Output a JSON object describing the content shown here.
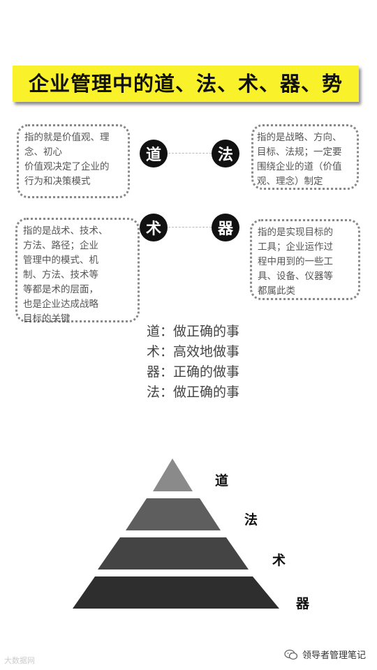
{
  "title": "企业管理中的道、法、术、器、势",
  "boxes": {
    "dao": [
      "指的就是价值观、理",
      "念、初心",
      "价值观决定了企业的",
      "行为和决策模式"
    ],
    "fa": [
      "指的是战略、方向、",
      "目标、法规；一定要",
      "围绕企业的道（价值",
      "观、理念）制定"
    ],
    "shu": [
      "指的是战术、技术、",
      "方法、路径；企业",
      "管理中的模式、机",
      "制、方法、技术等",
      "等都是术的层面，",
      "也是企业达成战略",
      "目标的关键"
    ],
    "qi": [
      "指的是实现目标的",
      "工具；企业运作过",
      "程中用到的一些工",
      "具、设备、仪器等",
      "都属此类"
    ]
  },
  "circles": {
    "dao": "道",
    "fa": "法",
    "shu": "术",
    "qi": "器"
  },
  "summary": [
    "道：做正确的事",
    "术：高效地做事",
    "器：正确的做事",
    "法：做正确的事"
  ],
  "pyramid": {
    "labels": [
      "道",
      "法",
      "术",
      "器"
    ],
    "colors": [
      "#8a8a8a",
      "#5e5e5e",
      "#444444",
      "#2e2e2e"
    ]
  },
  "footer": {
    "left": "大数据网",
    "right": "领导者管理笔记",
    "icon": "wechat-icon"
  }
}
